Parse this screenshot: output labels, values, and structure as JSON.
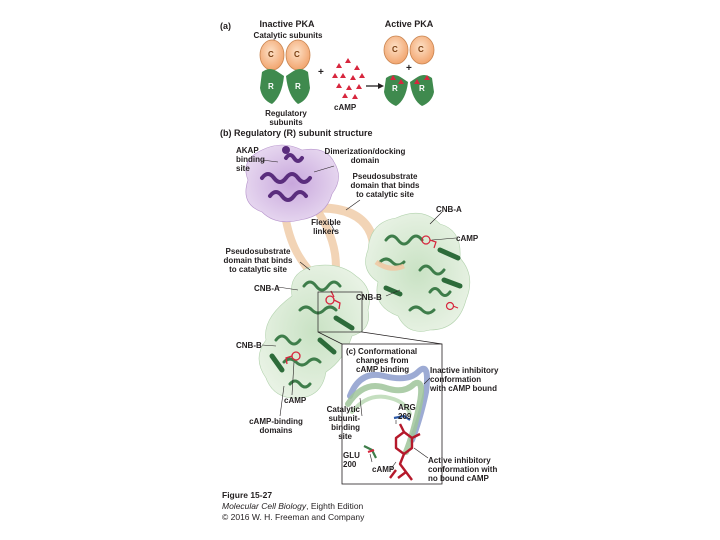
{
  "panel_a": {
    "label": "(a)",
    "inactive_title": "Inactive PKA",
    "active_title": "Active PKA",
    "catalytic_label": "Catalytic subunits",
    "regulatory_label_1": "Regulatory",
    "regulatory_label_2": "subunits",
    "camp_label": "cAMP",
    "plus": "+",
    "c_letter": "C",
    "r_letter": "R"
  },
  "panel_b": {
    "title": "(b) Regulatory (R) subunit structure",
    "akap_1": "AKAP",
    "akap_2": "binding",
    "akap_3": "site",
    "dimerization_1": "Dimerization/docking",
    "dimerization_2": "domain",
    "pseudo_right_1": "Pseudosubstrate",
    "pseudo_right_2": "domain that binds",
    "pseudo_right_3": "to catalytic site",
    "flexible_1": "Flexible",
    "flexible_2": "linkers",
    "pseudo_left_1": "Pseudosubstrate",
    "pseudo_left_2": "domain that binds",
    "pseudo_left_3": "to catalytic site",
    "cnb_a_right": "CNB-A",
    "camp_right": "cAMP",
    "cnb_a_left": "CNB-A",
    "cnb_b_right": "CNB-B",
    "cnb_b_left": "CNB-B",
    "camp_left": "cAMP",
    "binding_domains_1": "cAMP-binding",
    "binding_domains_2": "domains"
  },
  "panel_c": {
    "title_1": "(c) Conformational",
    "title_2": "changes from",
    "title_3": "cAMP binding",
    "inactive_1": "Inactive inhibitory",
    "inactive_2": "conformation",
    "inactive_3": "with cAMP bound",
    "catalytic_1": "Catalytic",
    "catalytic_2": "subunit-",
    "catalytic_3": "binding",
    "catalytic_4": "site",
    "arg": "ARG",
    "arg_num": "209",
    "glu": "GLU",
    "glu_num": "200",
    "camp": "cAMP",
    "active_1": "Active inhibitory",
    "active_2": "conformation with",
    "active_3": "no bound cAMP"
  },
  "caption": {
    "figure": "Figure 15-27",
    "book": "Molecular Cell Biology",
    "edition": ", Eighth Edition",
    "copyright": "© 2016 W. H. Freeman and Company"
  },
  "colors": {
    "catalytic": "#f6b98a",
    "regulatory": "#3f8a4e",
    "camp": "#d7263d",
    "dimer": "#6b3b8f",
    "linker": "#efc9a4",
    "protein_green": "#8fbf92"
  }
}
